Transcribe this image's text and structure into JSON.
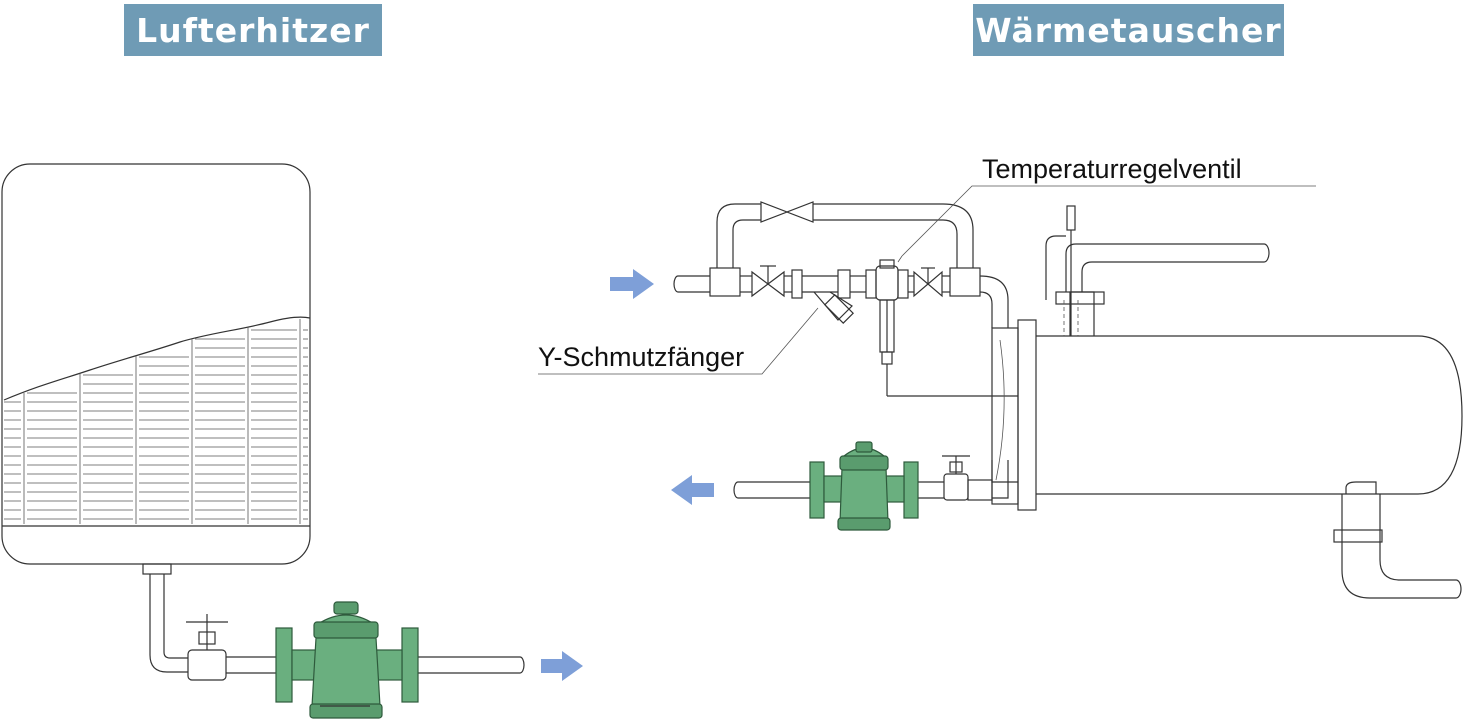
{
  "titles": {
    "left": "Lufterhitzer",
    "right": "Wärmetauscher"
  },
  "labels": {
    "temperature_valve": "Temperaturregelventil",
    "y_strainer": "Y-Schmutzfänger"
  },
  "colors": {
    "title_bg": "#6f9bb5",
    "steam_trap": "#6aaf7f",
    "flow_arrow": "#7e9fd8"
  },
  "icons": {
    "flow_arrow_in": "right-arrow-icon",
    "flow_arrow_out": "left-arrow-icon"
  }
}
